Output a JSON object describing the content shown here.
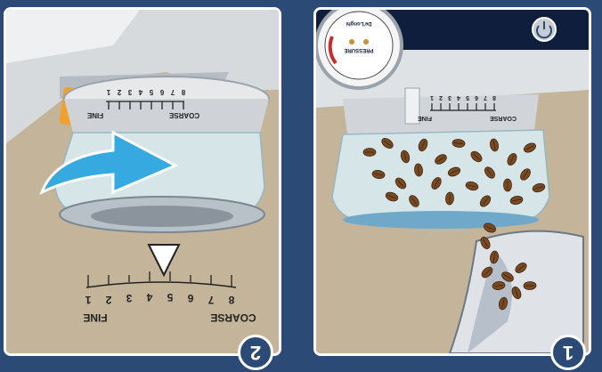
{
  "steps": [
    {
      "number": "2"
    },
    {
      "number": "1"
    }
  ],
  "dial_left": {
    "fine_label": "FINE",
    "coarse_label": "COARSE",
    "ticks": [
      "1",
      "2",
      "3",
      "4",
      "5",
      "6",
      "7",
      "8"
    ]
  },
  "scale_bottom": {
    "fine_label": "FINE",
    "coarse_label": "COARSE",
    "ticks": [
      "1",
      "2",
      "3",
      "4",
      "5",
      "6",
      "7",
      "8"
    ]
  },
  "dial_right": {
    "fine_label": "FINE",
    "coarse_label": "COARSE",
    "ticks": [
      "1",
      "2",
      "3",
      "4",
      "5",
      "6",
      "7",
      "8"
    ]
  },
  "gauge": {
    "brand": "De'Longhi",
    "label": "PRESSURE"
  },
  "colors": {
    "frame": "#2b4a76",
    "floor": "#c4b49a",
    "arrow": "#36a9e1",
    "lever": "#f0a030",
    "bean": "#7a4a22"
  },
  "icons": [
    "rotate-arrow-icon",
    "pointer-triangle-icon",
    "power-icon",
    "pressure-gauge-icon"
  ]
}
